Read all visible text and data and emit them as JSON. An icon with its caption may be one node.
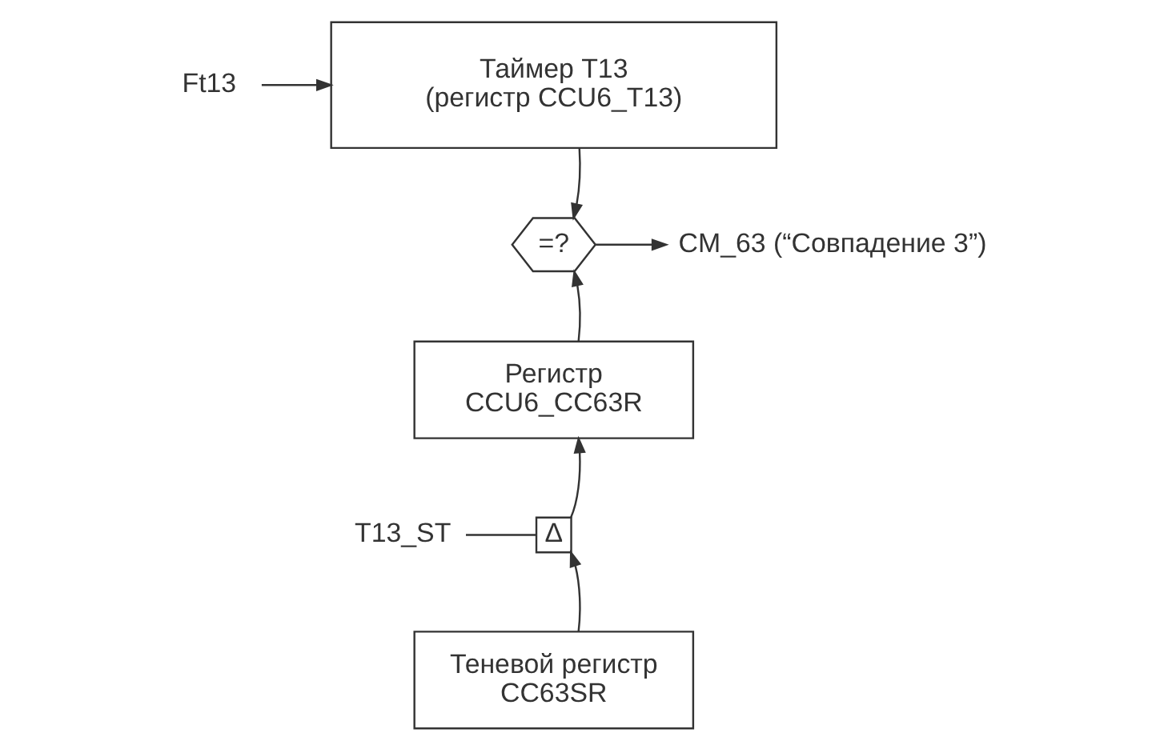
{
  "diagram": {
    "nodes": [
      {
        "text": [
          "Ft13"
        ]
      },
      {
        "text": [
          "Таймер T13 (регистр CCU6_T13)"
        ]
      },
      {
        "text": [
          "=?"
        ]
      },
      {
        "text": [
          "CM_63 (“Совпадение 3”)"
        ]
      },
      {
        "text": [
          "Регистр CCU6_CC63R"
        ]
      },
      {
        "text": [
          "Δ"
        ]
      },
      {
        "text": [
          "T13_ST"
        ]
      },
      {
        "text": [
          "Теневой регистр CC63SR"
        ]
      }
    ],
    "edges": [
      {
        "from": 0,
        "to": 1,
        "arrow": "to"
      },
      {
        "from": 1,
        "to": 2,
        "arrow": "to"
      },
      {
        "from": 4,
        "to": 2,
        "arrow": "to"
      },
      {
        "from": 2,
        "to": 3,
        "arrow": "to"
      },
      {
        "from": 5,
        "to": 4,
        "arrow": "to"
      },
      {
        "from": 7,
        "to": 5,
        "arrow": "to"
      },
      {
        "from": 6,
        "to": 5,
        "arrow": "none"
      }
    ]
  }
}
